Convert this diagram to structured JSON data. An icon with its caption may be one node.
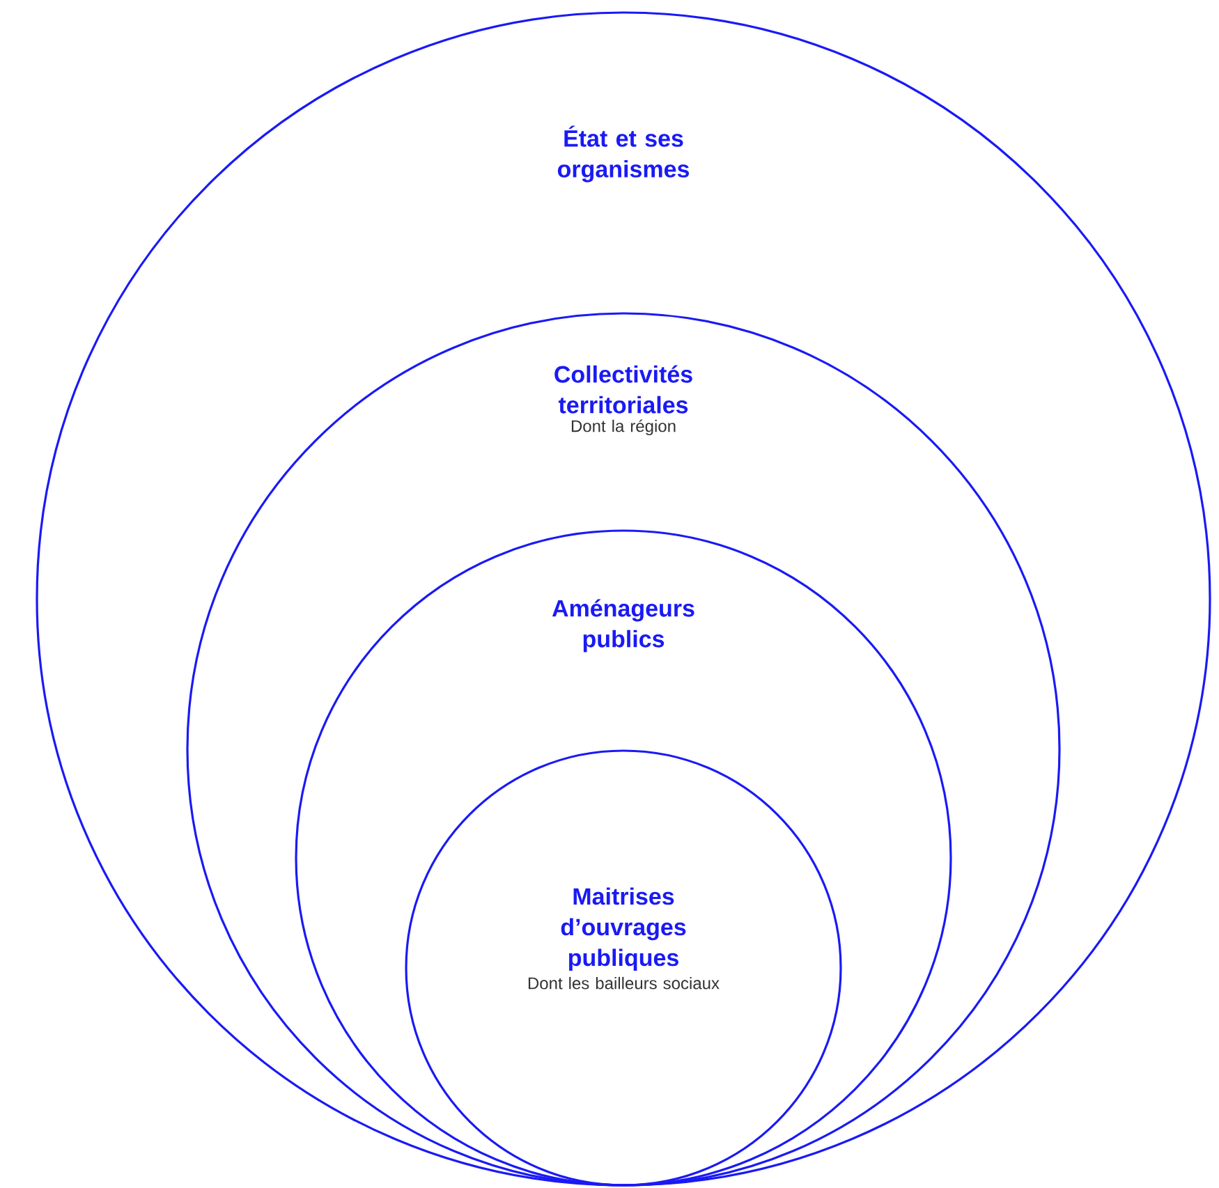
{
  "diagram": {
    "nodes": [
      {
        "text": [
          "État et ses organismes"
        ]
      },
      {
        "text": [
          "Collectivités territoriales",
          "Dont la région"
        ],
        "in": 0
      },
      {
        "text": [
          "Aménageurs publics"
        ],
        "in": 1
      },
      {
        "text": [
          "Maitrises d’ouvrages publiques",
          "Dont les bailleurs sociaux"
        ],
        "in": 2
      }
    ]
  }
}
